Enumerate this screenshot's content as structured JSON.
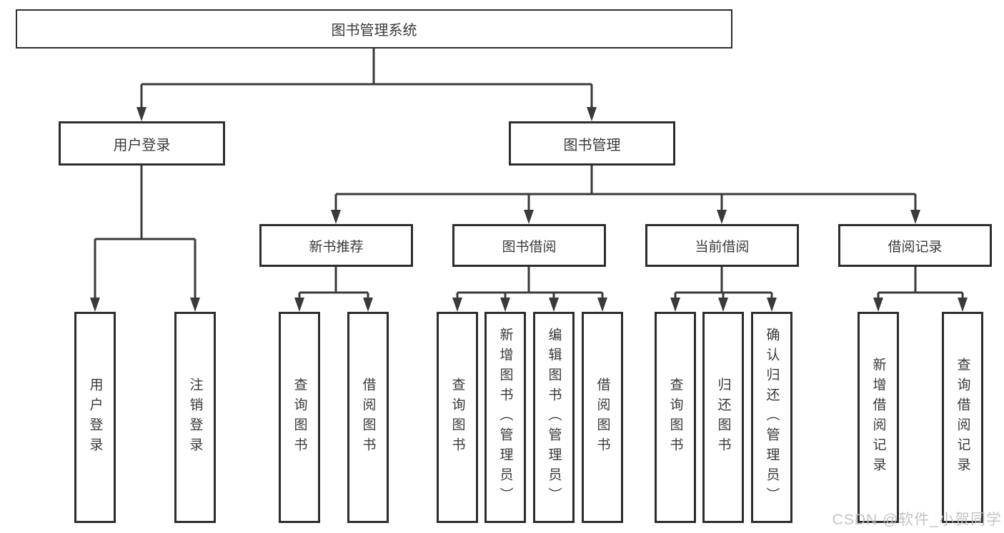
{
  "diagram": {
    "title_node": {
      "label": "图书管理系统"
    },
    "level1": [
      {
        "id": "user-login",
        "label": "用户登录"
      },
      {
        "id": "book-management",
        "label": "图书管理"
      }
    ],
    "level2": [
      {
        "id": "new-book-recommend",
        "label": "新书推荐",
        "parent": "图书管理"
      },
      {
        "id": "book-borrow",
        "label": "图书借阅",
        "parent": "图书管理"
      },
      {
        "id": "current-borrow",
        "label": "当前借阅",
        "parent": "图书管理"
      },
      {
        "id": "borrow-records",
        "label": "借阅记录",
        "parent": "图书管理"
      }
    ],
    "leaves": [
      {
        "id": "user-login-action",
        "label": "用户登录",
        "parent": "用户登录"
      },
      {
        "id": "logout-action",
        "label": "注销登录",
        "parent": "用户登录"
      },
      {
        "id": "query-books-recommend",
        "label": "查询图书",
        "parent": "新书推荐"
      },
      {
        "id": "borrow-books-recommend",
        "label": "借阅图书",
        "parent": "新书推荐"
      },
      {
        "id": "query-books-borrow",
        "label": "查询图书",
        "parent": "图书借阅"
      },
      {
        "id": "add-book-admin",
        "label": "新增图书（管理员）",
        "parent": "图书借阅"
      },
      {
        "id": "edit-book-admin",
        "label": "编辑图书（管理员）",
        "parent": "图书借阅"
      },
      {
        "id": "borrow-books-borrow",
        "label": "借阅图书",
        "parent": "图书借阅"
      },
      {
        "id": "query-books-current",
        "label": "查询图书",
        "parent": "当前借阅"
      },
      {
        "id": "return-book",
        "label": "归还图书",
        "parent": "当前借阅"
      },
      {
        "id": "confirm-return-admin",
        "label": "确认归还（管理员）",
        "parent": "当前借阅"
      },
      {
        "id": "add-borrow-record",
        "label": "新增借阅记录",
        "parent": "借阅记录"
      },
      {
        "id": "query-borrow-record",
        "label": "查询借阅记录",
        "parent": "借阅记录"
      }
    ],
    "watermark": "CSDN @软件_小贺同学",
    "colors": {
      "line": "#3a3a3a",
      "box_border": "#2d2d2d",
      "box_fill": "#ffffff",
      "text": "#3a3a3a",
      "watermark": "#bfbfbf",
      "background": "#ffffff"
    }
  }
}
